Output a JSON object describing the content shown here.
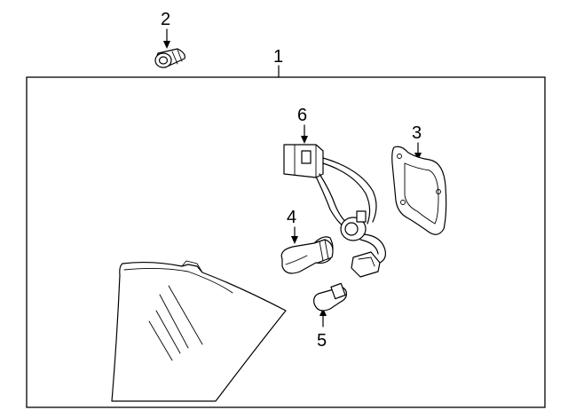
{
  "callouts": {
    "housing": "1",
    "socket": "2",
    "gasket": "3",
    "main_bulb": "4",
    "small_bulb": "5",
    "harness": "6"
  },
  "colors": {
    "line": "#000000",
    "background": "#ffffff"
  }
}
